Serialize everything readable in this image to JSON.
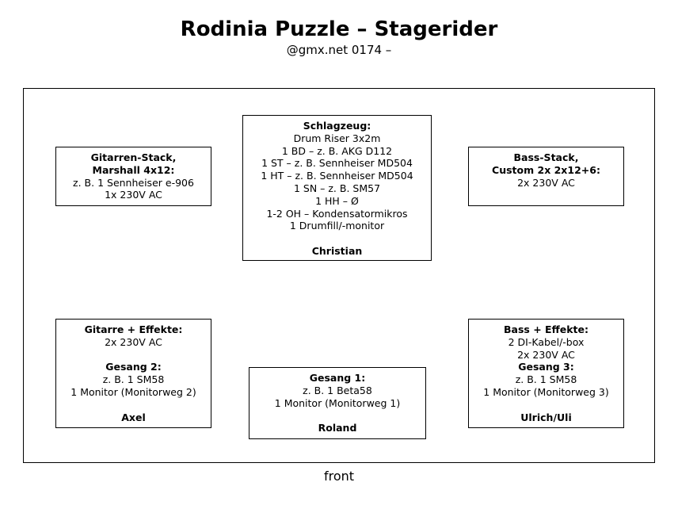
{
  "header": {
    "title": "Rodinia Puzzle – Stagerider",
    "subtitle": "@gmx.net  0174 –"
  },
  "stage": {
    "front_label": "front",
    "drums": {
      "heading": "Schlagzeug:",
      "lines": [
        "Drum Riser 3x2m",
        "1 BD – z. B. AKG D112",
        "1 ST – z. B. Sennheiser MD504",
        "1 HT – z. B. Sennheiser MD504",
        "1 SN – z. B. SM57",
        "1 HH – Ø",
        "1-2 OH – Kondensatormikros",
        "1 Drumfill/-monitor"
      ],
      "person": "Christian"
    },
    "guitar_stack": {
      "heading1": "Gitarren-Stack,",
      "heading2": "Marshall 4x12:",
      "lines": [
        "z. B. 1 Sennheiser e-906",
        "1x 230V AC"
      ]
    },
    "bass_stack": {
      "heading1": "Bass-Stack,",
      "heading2": "Custom 2x 2x12+6:",
      "lines": [
        "2x 230V AC"
      ]
    },
    "guitar_fx": {
      "heading": "Gitarre + Effekte:",
      "power": "2x 230V AC",
      "vocal_heading": "Gesang 2:",
      "vocal_lines": [
        "z. B. 1 SM58",
        "1 Monitor (Monitorweg 2)"
      ],
      "person": "Axel"
    },
    "vocal1": {
      "heading": "Gesang 1:",
      "lines": [
        "z. B. 1 Beta58",
        "1 Monitor (Monitorweg 1)"
      ],
      "person": "Roland"
    },
    "bass_fx": {
      "heading": "Bass + Effekte:",
      "lines": [
        "2 DI-Kabel/-box",
        "2x 230V AC"
      ],
      "vocal_heading": "Gesang 3:",
      "vocal_lines": [
        "z. B. 1 SM58",
        "1 Monitor (Monitorweg 3)"
      ],
      "person": "Ulrich/Uli"
    }
  }
}
